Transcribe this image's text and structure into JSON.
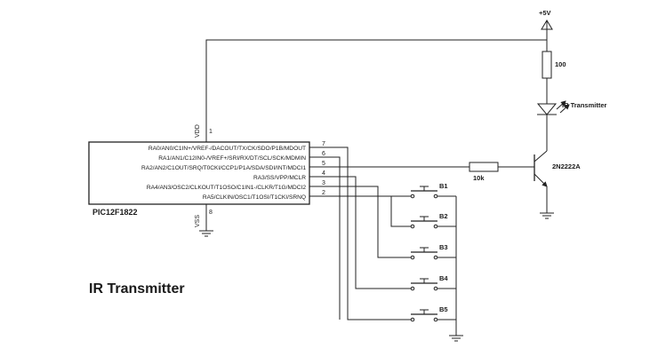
{
  "title": "IR Transmitter",
  "supply_label": "+5V",
  "chip": {
    "name": "PIC12F1822",
    "vdd_label": "VDD",
    "vdd_pin": "1",
    "vss_label": "VSS",
    "vss_pin": "8",
    "pins": [
      {
        "num": "7",
        "name": "RA0/AN0/C1IN+/VREF-/DACOUT/TX/CK/SDO/P1B/MDOUT"
      },
      {
        "num": "6",
        "name": "RA1/AN1/C12IN0-/VREF+/SRI/RX/DT/SCL/SCK/MDMIN"
      },
      {
        "num": "5",
        "name": "RA2/AN2/C1OUT/SRQ/T0CKI/CCP1/P1A/SDA/SDI/INT/MDCI1"
      },
      {
        "num": "4",
        "name": "RA3/SS/VPP/MCLR"
      },
      {
        "num": "3",
        "name": "RA4/AN3/OSC2/CLKOUT/T1OSO/C1IN1-/CLKR/T1G/MDCI2"
      },
      {
        "num": "2",
        "name": "RA5/CLKIN/OSC1/T1OSI/T1CKI/SRNQ"
      }
    ]
  },
  "resistor_led": "100",
  "resistor_base": "10k",
  "led_label": "IR Transmitter",
  "transistor_label": "2N2222A",
  "buttons": [
    "B1",
    "B2",
    "B3",
    "B4",
    "B5"
  ]
}
